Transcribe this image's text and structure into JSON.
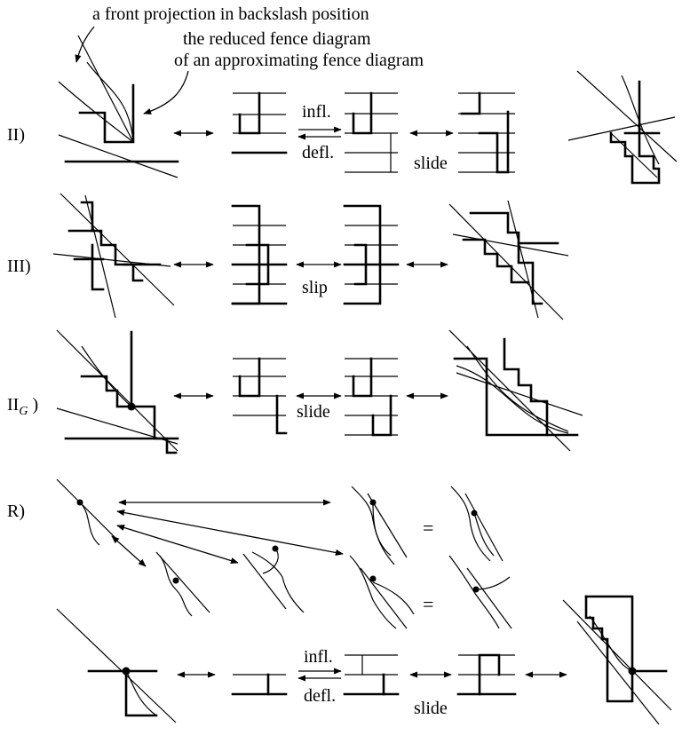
{
  "annotations": {
    "front_projection": "a front projection in backslash position",
    "reduced_fence_line1": "the reduced fence diagram",
    "reduced_fence_line2": "of an approximating fence diagram"
  },
  "rows": {
    "II": {
      "label": "II)",
      "infl": "infl.",
      "defl": "defl.",
      "slide": "slide"
    },
    "III": {
      "label": "III)",
      "slip": "slip"
    },
    "IIG": {
      "label_main": "II",
      "label_sub": "G",
      "label_tail": " )",
      "slide": "slide"
    },
    "R": {
      "label": "R)",
      "equals": "=",
      "infl": "infl.",
      "defl": "defl.",
      "slide": "slide"
    }
  }
}
